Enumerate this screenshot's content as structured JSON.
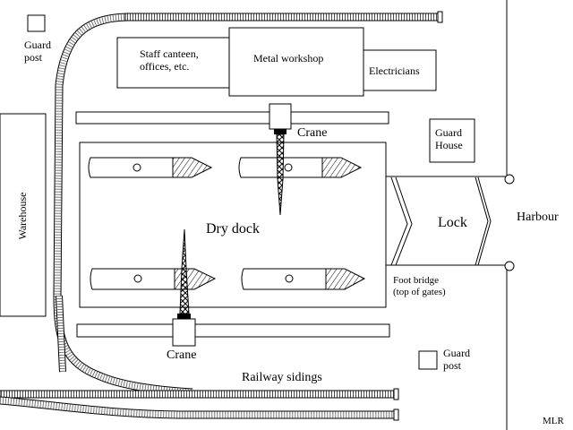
{
  "labels": {
    "guard_post_top": [
      "Guard",
      "post"
    ],
    "staff_canteen": [
      "Staff canteen,",
      "offices, etc."
    ],
    "metal_workshop": "Metal workshop",
    "electricians": "Electricians",
    "crane_top": "Crane",
    "guard_house": [
      "Guard",
      "House"
    ],
    "warehouse": "Warehouse",
    "dry_dock": "Dry dock",
    "lock": "Lock",
    "harbour": "Harbour",
    "foot_bridge": [
      "Foot bridge",
      "(top of gates)"
    ],
    "crane_bottom": "Crane",
    "guard_post_bottom": [
      "Guard",
      "post"
    ],
    "railway_sidings": "Railway sidings",
    "signature": "MLR"
  }
}
